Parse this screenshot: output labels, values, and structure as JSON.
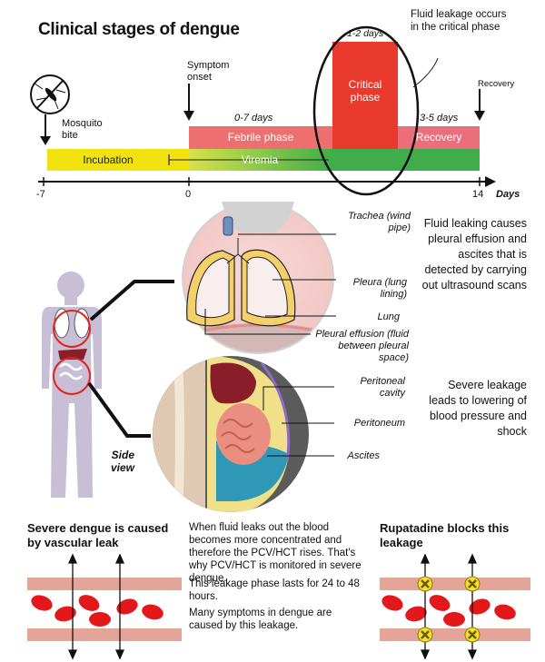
{
  "title": "Clinical stages of dengue",
  "timeline": {
    "mosquito_bite": "Mosquito bite",
    "symptom_onset": "Symptom onset",
    "recovery_marker": "Recovery",
    "range_0_7": "0-7 days",
    "range_1_2": "1-2 days",
    "range_3_5": "3-5 days",
    "incubation": "Incubation",
    "viremia": "Viremia",
    "febrile": "Febrile phase",
    "critical": "Critical phase",
    "recovery_phase": "Recovery",
    "tick_neg7": "-7",
    "tick_0": "0",
    "tick_14": "14",
    "axis_unit": "Days",
    "fluid_note": "Fluid leakage occurs in the critical phase",
    "colors": {
      "incubation": "#f2e20f",
      "viremia_start": "#d7e24a",
      "viremia_end": "#3fae4a",
      "febrile": "#ee6f6f",
      "critical": "#e9392c",
      "recovery": "#ea6f7a"
    }
  },
  "anatomy": {
    "side_view": "Side view",
    "chest": {
      "trachea": "Trachea (wind pipe)",
      "pleura": "Pleura (lung lining)",
      "lung": "Lung",
      "pleural_effusion": "Pleural effusion (fluid between pleural space)"
    },
    "abdomen": {
      "peritoneal_cavity": "Peritoneal cavity",
      "peritoneum": "Peritoneum",
      "ascites": "Ascites"
    }
  },
  "notes": {
    "pleural": "Fluid leaking causes pleural effusion and ascites that is detected by carrying out ultrasound scans",
    "shock": "Severe leakage leads to lowering of blood pressure and shock"
  },
  "bottom": {
    "left_heading": "Severe dengue is caused by vascular leak",
    "middle_p1": "When fluid leaks out the blood becomes more concentrated and therefore the PCV/HCT rises. That's why PCV/HCT is monitored in severe dengue.",
    "middle_p2": "This leakage phase lasts for 24 to 48 hours.",
    "middle_p3": "Many symptoms in dengue are caused by this leakage.",
    "right_heading": "Rupatadine blocks this leakage"
  }
}
